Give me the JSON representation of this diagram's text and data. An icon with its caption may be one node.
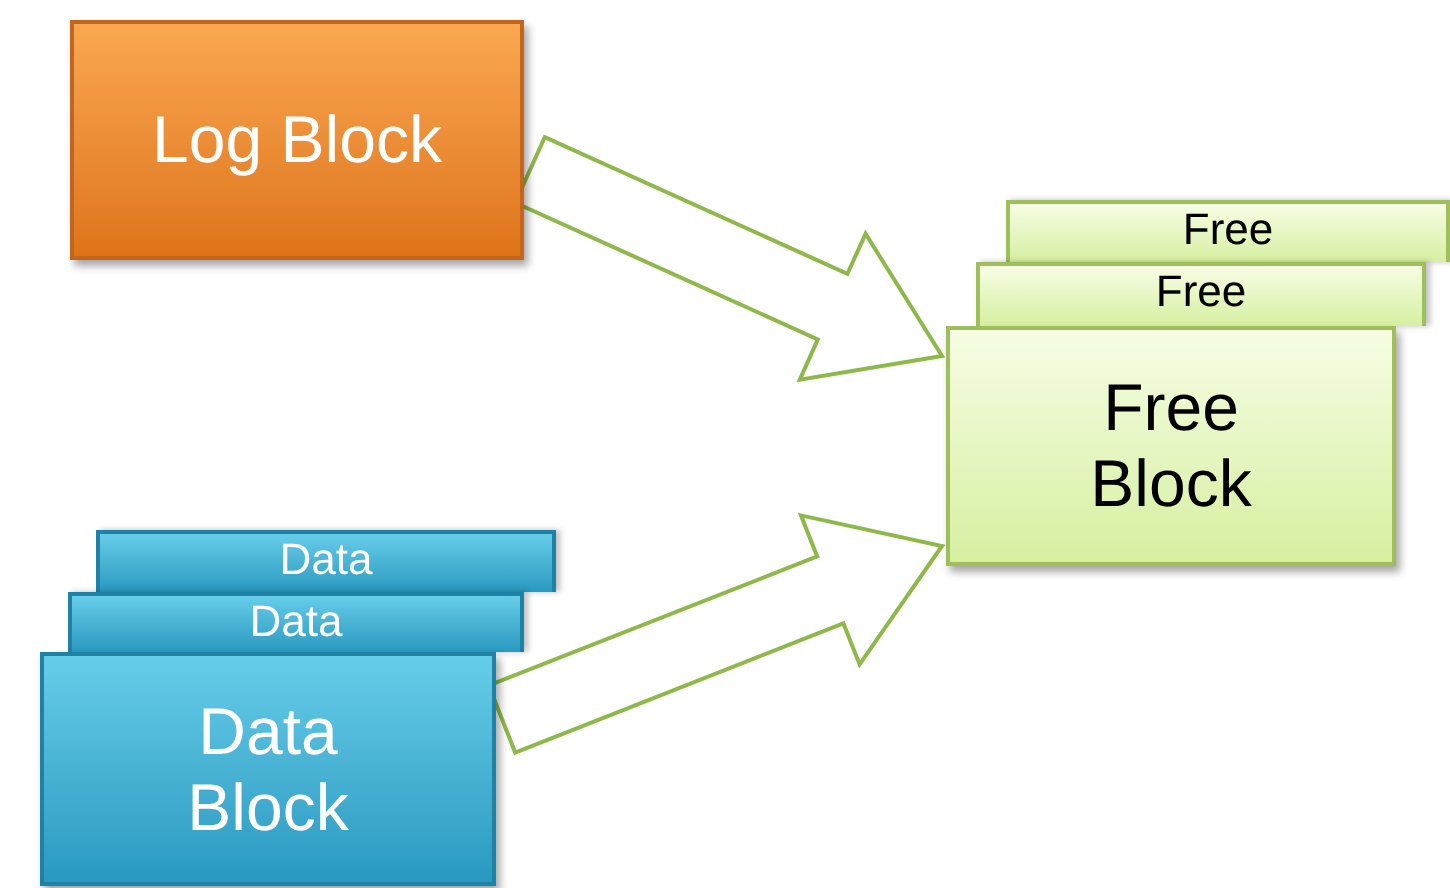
{
  "diagram": {
    "nodes": [
      {
        "text": [
          "Log Block"
        ]
      },
      {
        "text": [
          "Free"
        ]
      },
      {
        "text": [
          "Free"
        ]
      },
      {
        "text": [
          "Free Block"
        ]
      },
      {
        "text": [
          "Data"
        ]
      },
      {
        "text": [
          "Data"
        ]
      },
      {
        "text": [
          "Data Block"
        ]
      }
    ],
    "edges": [
      {
        "from": 0,
        "to": 3,
        "arrow": "to"
      },
      {
        "from": 6,
        "to": 3,
        "arrow": "to"
      }
    ]
  }
}
